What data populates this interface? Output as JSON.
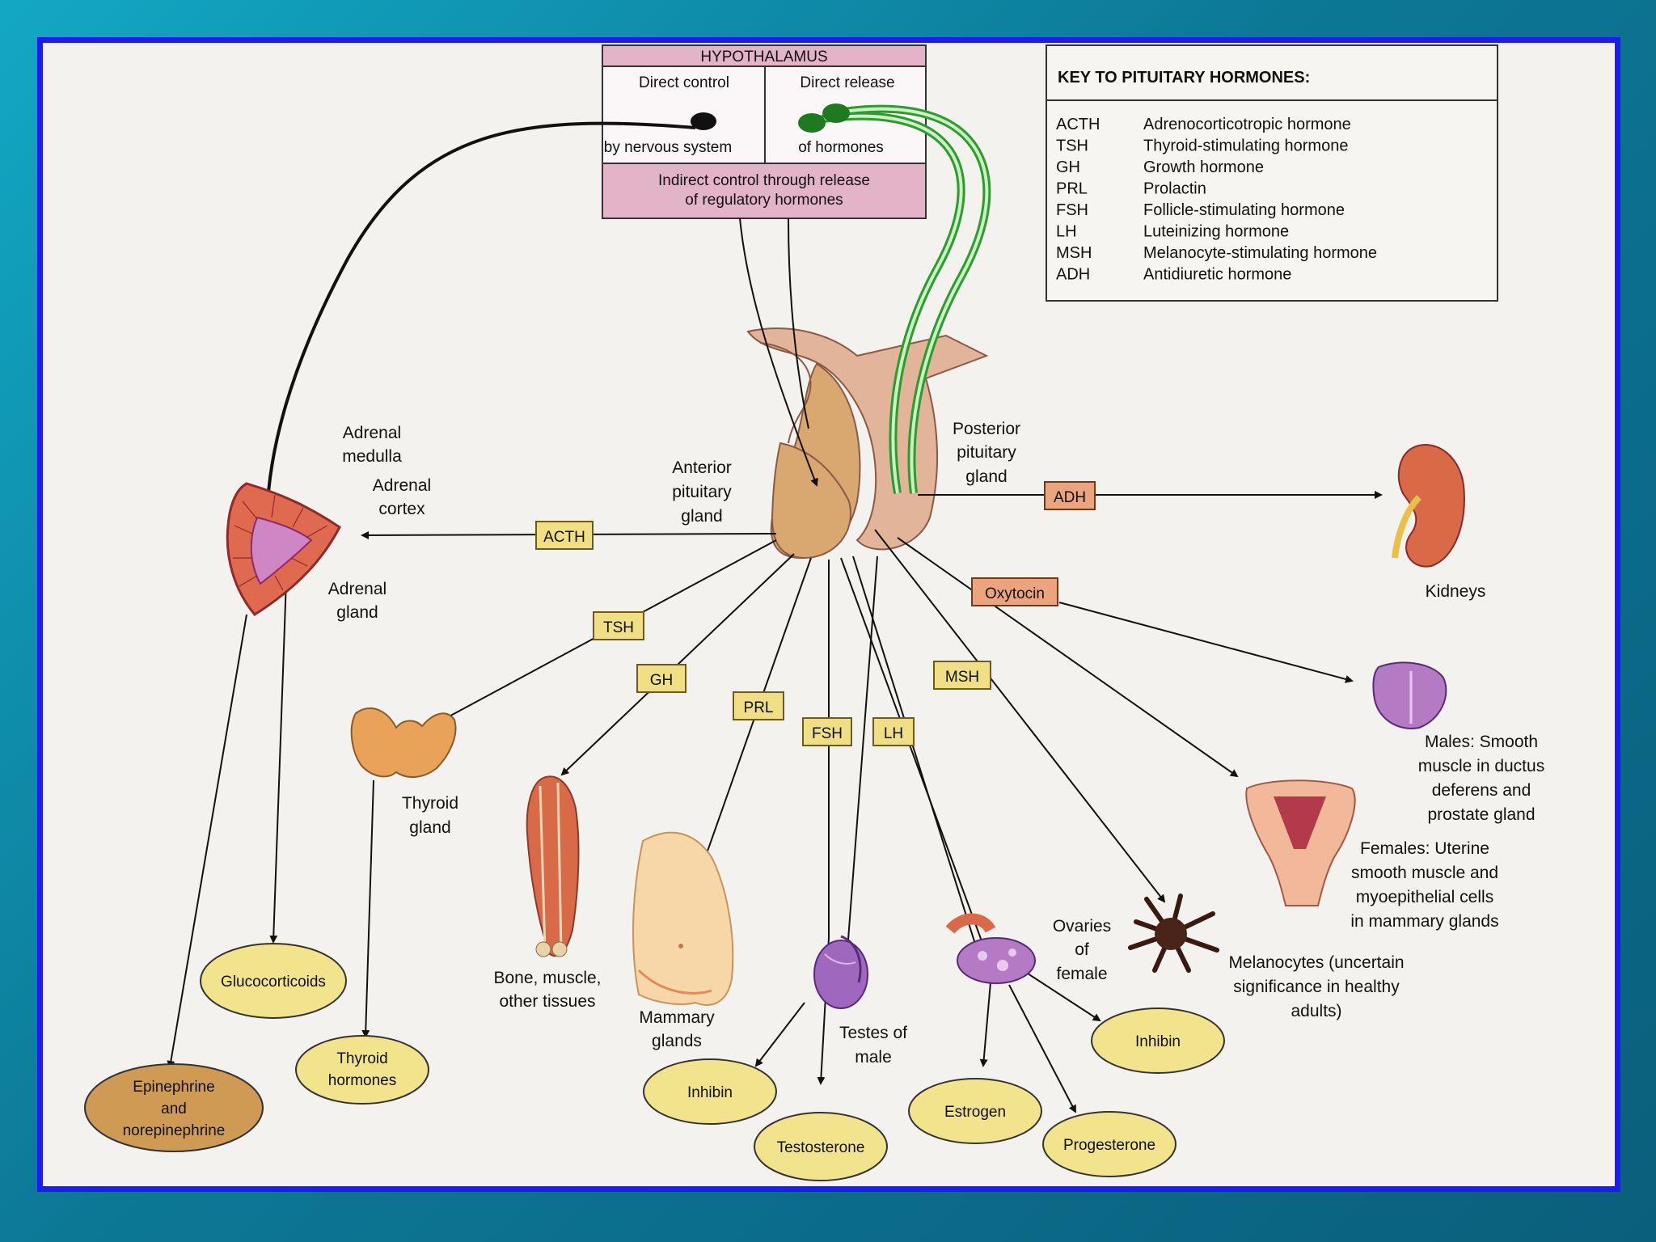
{
  "colors": {
    "background": "#0c7896",
    "frame_border": "#1c1cf0",
    "panel": "#f3f2ee",
    "hypothalamus_box": "#e3b4c8",
    "hormone_label": "#f1df86",
    "posterior_label": "#eba47e",
    "oval_target": "#f1e48c",
    "oval_adrenal": "#cf9b54",
    "pituitary": "#d9a871",
    "posterior_lobe": "#e2b49a",
    "nerve_green": "#2f9a2f"
  },
  "hypothalamus": {
    "title": "HYPOTHALAMUS",
    "left_top": "Direct control",
    "left_bottom": "by nervous system",
    "right_top": "Direct release",
    "right_bottom": "of hormones",
    "indirect_1": "Indirect control through release",
    "indirect_2": "of regulatory hormones"
  },
  "key": {
    "title": "KEY TO PITUITARY HORMONES:",
    "rows": [
      {
        "abbr": "ACTH",
        "name": "Adrenocorticotropic hormone"
      },
      {
        "abbr": "TSH",
        "name": "Thyroid-stimulating hormone"
      },
      {
        "abbr": "GH",
        "name": "Growth hormone"
      },
      {
        "abbr": "PRL",
        "name": "Prolactin"
      },
      {
        "abbr": "FSH",
        "name": "Follicle-stimulating hormone"
      },
      {
        "abbr": "LH",
        "name": "Luteinizing hormone"
      },
      {
        "abbr": "MSH",
        "name": "Melanocyte-stimulating hormone"
      },
      {
        "abbr": "ADH",
        "name": "Antidiuretic hormone"
      }
    ]
  },
  "hormones": {
    "acth": "ACTH",
    "tsh": "TSH",
    "gh": "GH",
    "prl": "PRL",
    "fsh": "FSH",
    "lh": "LH",
    "msh": "MSH",
    "adh": "ADH",
    "oxytocin": "Oxytocin"
  },
  "labels": {
    "anterior": [
      "Anterior",
      "pituitary",
      "gland"
    ],
    "posterior": [
      "Posterior",
      "pituitary",
      "gland"
    ],
    "adrenal_medulla": [
      "Adrenal",
      "medulla"
    ],
    "adrenal_cortex": [
      "Adrenal",
      "cortex"
    ],
    "adrenal_gland": [
      "Adrenal",
      "gland"
    ],
    "thyroid": [
      "Thyroid",
      "gland"
    ],
    "bone": [
      "Bone, muscle,",
      "other tissues"
    ],
    "mammary": [
      "Mammary",
      "glands"
    ],
    "testes": [
      "Testes of",
      "male"
    ],
    "ovaries": [
      "Ovaries",
      "of",
      "female"
    ],
    "melanocytes": [
      "Melanocytes (uncertain",
      "significance in healthy",
      "adults)"
    ],
    "kidneys": "Kidneys",
    "males": [
      "Males: Smooth",
      "muscle in ductus",
      "deferens and",
      "prostate gland"
    ],
    "females": [
      "Females: Uterine",
      "smooth muscle and",
      "myoepithelial cells",
      "in mammary glands"
    ]
  },
  "products": {
    "glucocorticoids": "Glucocorticoids",
    "epinephrine": [
      "Epinephrine",
      "and",
      "norepinephrine"
    ],
    "thyroid_hormones": [
      "Thyroid",
      "hormones"
    ],
    "inhibin_male": "Inhibin",
    "testosterone": "Testosterone",
    "estrogen": "Estrogen",
    "progesterone": "Progesterone",
    "inhibin_female": "Inhibin"
  }
}
